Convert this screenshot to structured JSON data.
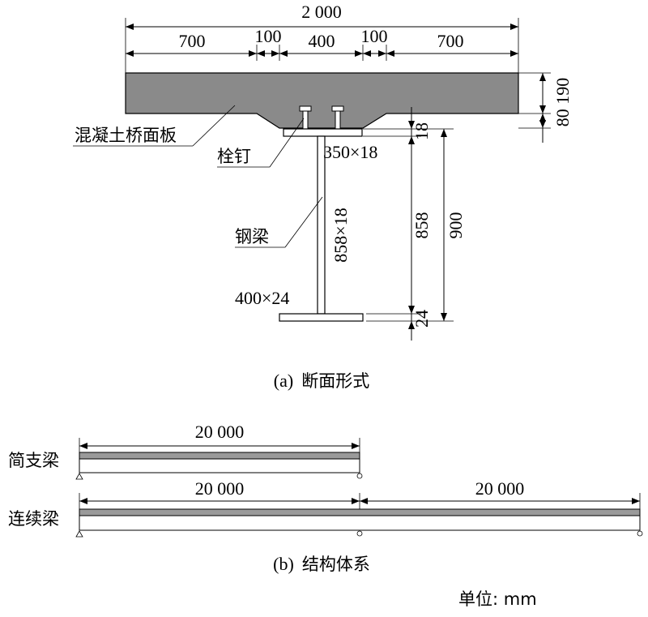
{
  "section": {
    "dims_top": {
      "total": "2 000",
      "seg": [
        "700",
        "100",
        "400",
        "100",
        "700"
      ]
    },
    "dims_right_slab": "80 190",
    "labels": {
      "deck": "混凝土桥面板",
      "stud": "栓钉",
      "beam": "钢梁",
      "top_flange": "350×18",
      "web": "858×18",
      "bottom_flange": "400×24"
    },
    "dims_right_girder": {
      "top": "18",
      "web": "858",
      "total": "900",
      "bottom": "24"
    },
    "caption_a_prefix": "(a)",
    "caption_a": "断面形式"
  },
  "systems": {
    "simple": {
      "label": "简支梁",
      "span": "20 000"
    },
    "continuous": {
      "label": "连续梁",
      "span1": "20 000",
      "span2": "20 000"
    },
    "caption_b_prefix": "(b)",
    "caption_b": "结构体系"
  },
  "unit": "单位: mm",
  "colors": {
    "concrete": "#8a8a8a",
    "beam_band": "#9a9a9a",
    "line": "#000000"
  }
}
